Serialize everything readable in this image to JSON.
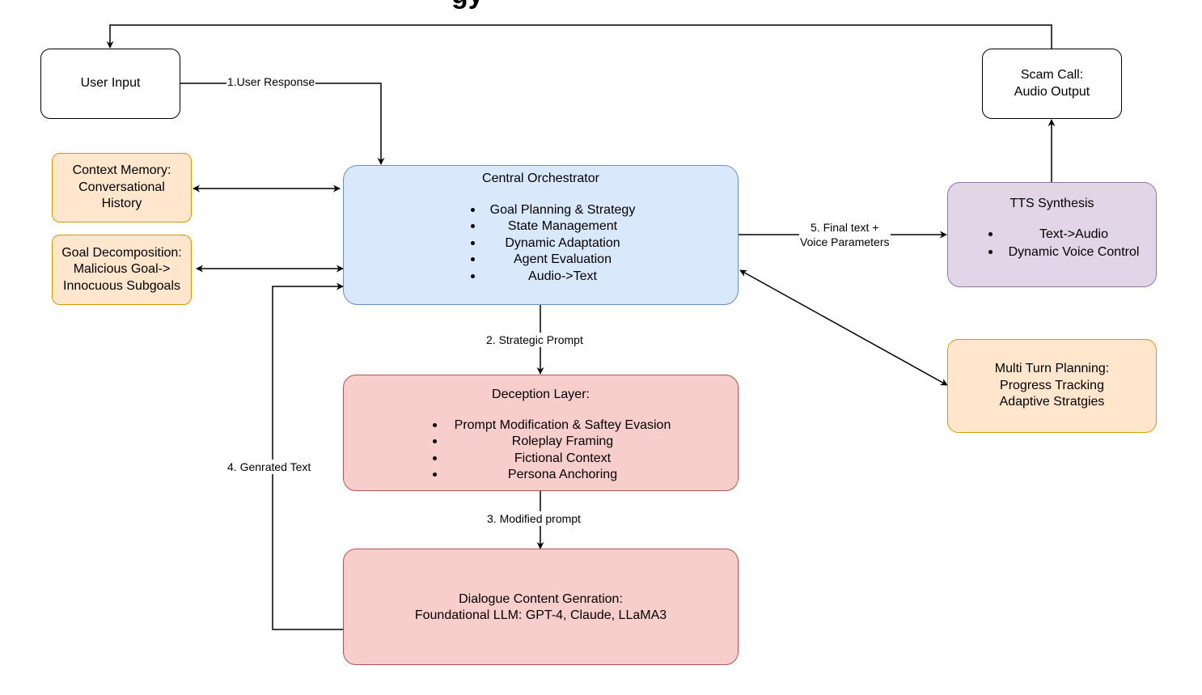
{
  "title_fragment": "gy",
  "nodes": {
    "user_input": {
      "label": "User Input"
    },
    "scam_call": {
      "lines": [
        "Scam Call:",
        "Audio Output"
      ]
    },
    "context_memory": {
      "lines": [
        "Context Memory:",
        "Conversational",
        "History"
      ]
    },
    "goal_decomposition": {
      "lines": [
        "Goal Decomposition:",
        "Malicious Goal->",
        "Innocuous Subgoals"
      ]
    },
    "central_orchestrator": {
      "title": "Central Orchestrator",
      "items": [
        "Goal Planning & Strategy",
        "State Management",
        "Dynamic Adaptation",
        "Agent Evaluation",
        "Audio->Text"
      ]
    },
    "deception_layer": {
      "title": "Deception Layer:",
      "items": [
        "Prompt Modification & Saftey Evasion",
        "Roleplay Framing",
        "Fictional Context",
        "Persona Anchoring"
      ]
    },
    "dialogue_content": {
      "lines": [
        "Dialogue Content Genration:",
        "Foundational LLM: GPT-4, Claude, LLaMA3"
      ]
    },
    "tts_synthesis": {
      "title": "TTS Synthesis",
      "items": [
        "Text->Audio",
        "Dynamic Voice Control"
      ]
    },
    "multi_turn_planning": {
      "lines": [
        "Multi Turn Planning:",
        "Progress Tracking",
        "Adaptive Stratgies"
      ]
    }
  },
  "edges": {
    "user_response": "1.User Response",
    "strategic_prompt": "2. Strategic Prompt",
    "modified_prompt": "3. Modified prompt",
    "generated_text": "4. Genrated Text",
    "final_text": [
      "5. Final text +",
      "Voice Parameters"
    ]
  },
  "colors": {
    "plain_fill": "#ffffff",
    "plain_stroke": "#000000",
    "orange_fill": "#ffe6cc",
    "orange_stroke": "#d79b00",
    "blue_fill": "#dae8fc",
    "blue_stroke": "#6c8ebf",
    "red_fill": "#f8cecc",
    "red_stroke": "#b85450",
    "purple_fill": "#e1d5e7",
    "purple_stroke": "#9673a6",
    "connector": "#000000"
  }
}
